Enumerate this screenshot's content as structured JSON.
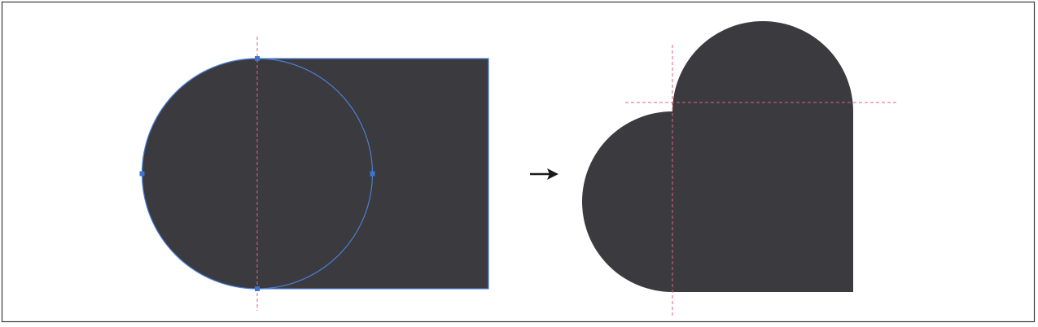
{
  "colors": {
    "background": "#ffffff",
    "frame": "#3a3a3a",
    "shape_fill": "#3b3b3f",
    "selection_outline": "#4a7fd4",
    "anchor_point": "#3f74cc",
    "guide": "#e0607e",
    "arrow": "#1a1a1a"
  },
  "diagram": {
    "left_panel": {
      "shapes": [
        "circle",
        "rectangle"
      ],
      "selected": "circle",
      "anchor_points": [
        "top",
        "right",
        "bottom",
        "left"
      ],
      "guides": [
        "vertical"
      ]
    },
    "arrow": {
      "icon": "right-arrow-icon"
    },
    "right_panel": {
      "shape": "heart-half",
      "guides": [
        "vertical",
        "horizontal"
      ]
    }
  }
}
